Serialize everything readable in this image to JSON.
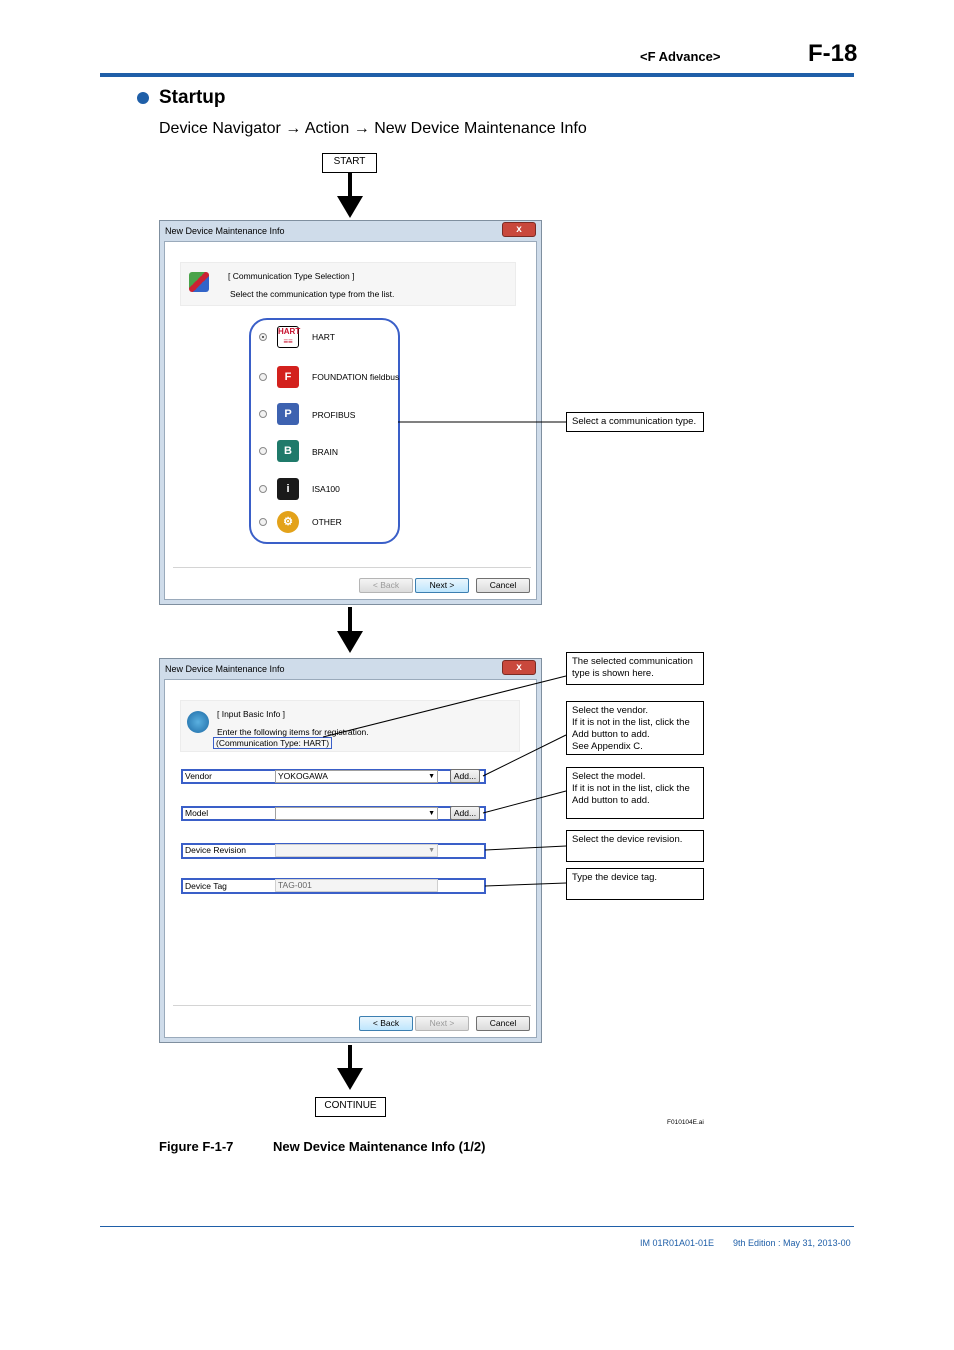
{
  "header": {
    "section": "<F  Advance>",
    "page": "F-18"
  },
  "section_title": "Startup",
  "nav_path": "Device Navigator → Action → New Device Maintenance Info",
  "flow": {
    "start": "START",
    "continue": "CONTINUE"
  },
  "dialog1": {
    "title": "New Device Maintenance Info",
    "close": "x",
    "banner_title": "[ Communication Type Selection ]",
    "banner_sub": "Select the communication type from the list.",
    "options": [
      {
        "label": "HART",
        "selected": true,
        "icon": "hart-icon"
      },
      {
        "label": "FOUNDATION fieldbus",
        "selected": false,
        "icon": "foundation-fieldbus-icon"
      },
      {
        "label": "PROFIBUS",
        "selected": false,
        "icon": "profibus-icon"
      },
      {
        "label": "BRAIN",
        "selected": false,
        "icon": "brain-icon"
      },
      {
        "label": "ISA100",
        "selected": false,
        "icon": "isa100-icon"
      },
      {
        "label": "OTHER",
        "selected": false,
        "icon": "other-gear-icon"
      }
    ],
    "buttons": {
      "back": "< Back",
      "next": "Next >",
      "cancel": "Cancel"
    },
    "callout": "Select a communication type."
  },
  "dialog2": {
    "title": "New Device Maintenance Info",
    "close": "x",
    "banner_title": "[ Input Basic Info ]",
    "banner_sub": "Enter the following items for registration.",
    "comm_type": "(Communication Type: HART)",
    "fields": {
      "vendor_label": "Vendor",
      "vendor_value": "YOKOGAWA",
      "vendor_add": "Add...",
      "model_label": "Model",
      "model_value": "",
      "model_add": "Add...",
      "revision_label": "Device Revision",
      "revision_value": "",
      "tag_label": "Device Tag",
      "tag_value": "TAG-001"
    },
    "buttons": {
      "back": "< Back",
      "next": "Next >",
      "cancel": "Cancel"
    },
    "callouts": {
      "comm_type": "The selected communication type is shown here.",
      "vendor": "Select the vendor.\nIf it is not in the list, click the Add button to add.\nSee Appendix C.",
      "model": "Select the model.\nIf it is not in the list, click the Add button to add.",
      "revision": "Select the device revision.",
      "tag": "Type the device tag."
    }
  },
  "figure": {
    "number": "Figure F-1-7",
    "title": "New Device Maintenance Info (1/2)",
    "file_id": "F010104E.ai"
  },
  "footer": {
    "doc": "IM 01R01A01-01E",
    "edition": "9th Edition : May 31, 2013-00"
  },
  "colors": {
    "accent": "#1f5fa8",
    "highlight": "#3a5fc8"
  }
}
